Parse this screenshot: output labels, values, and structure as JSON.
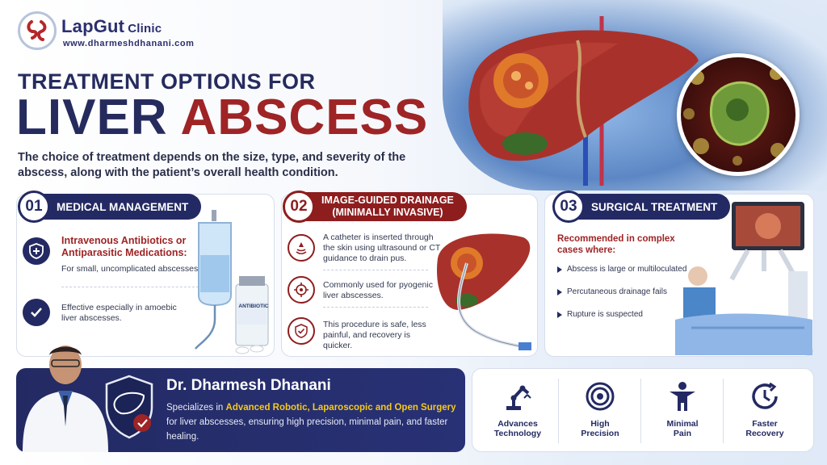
{
  "brand": {
    "name": "LapGut",
    "clinic": "Clinic",
    "url": "www.dharmeshdhanani.com"
  },
  "title": {
    "line1": "TREATMENT OPTIONS FOR",
    "word1": "LIVER",
    "word2": "ABSCESS"
  },
  "intro": "The choice of treatment depends on the size, type, and severity of the abscess, along with the patient’s overall health condition.",
  "cards": [
    {
      "num": "01",
      "title": "MEDICAL MANAGEMENT",
      "item1_title": "Intravenous Antibiotics or Antiparasitic Medications:",
      "item1_text": "For small, uncomplicated abscesses.",
      "item2_text": "Effective especially in amoebic liver abscesses.",
      "bottle_label": "ANTIBIOTIC"
    },
    {
      "num": "02",
      "title_line1": "IMAGE-GUIDED DRAINAGE",
      "title_line2": "(MINIMALLY INVASIVE)",
      "items": [
        "A catheter is inserted through the skin using ultrasound or CT guidance to drain pus.",
        "Commonly used for pyogenic liver abscesses.",
        "This procedure is safe, less painful, and recovery is quicker."
      ]
    },
    {
      "num": "03",
      "title": "SURGICAL TREATMENT",
      "lead": "Recommended in complex cases where:",
      "bullets": [
        "Abscess is large or multiloculated",
        "Percutaneous drainage fails",
        "Rupture is suspected"
      ]
    }
  ],
  "doctor": {
    "name": "Dr. Dharmesh Dhanani",
    "desc_pre": "Specializes in ",
    "desc_highlight": "Advanced Robotic, Laparoscopic and Open Surgery",
    "desc_post": " for liver abscesses, ensuring high precision, minimal pain, and faster healing."
  },
  "features": [
    {
      "line1": "Advances",
      "line2": "Technology",
      "icon": "robot-arm-icon"
    },
    {
      "line1": "High",
      "line2": "Precision",
      "icon": "target-icon"
    },
    {
      "line1": "Minimal",
      "line2": "Pain",
      "icon": "person-icon"
    },
    {
      "line1": "Faster",
      "line2": "Recovery",
      "icon": "clock-icon"
    }
  ],
  "colors": {
    "navy": "#232a63",
    "maroon": "#9e2425",
    "highlight": "#f5c81f"
  }
}
